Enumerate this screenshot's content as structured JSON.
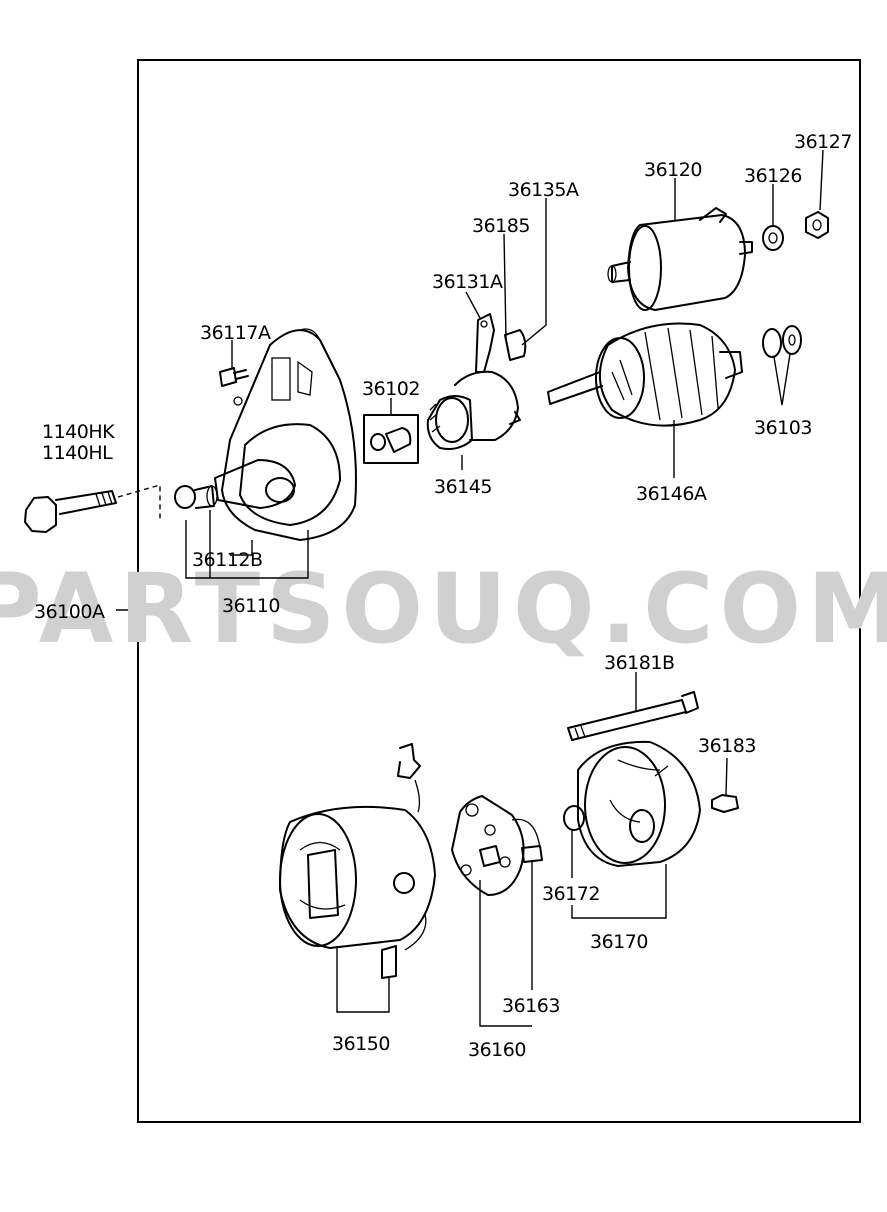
{
  "watermark": "PARTSOUQ.COM",
  "parts": {
    "p36100A": "36100A",
    "p1140HK": "1140HK",
    "p1140HL": "1140HL",
    "p36117A": "36117A",
    "p36112B": "36112B",
    "p36110": "36110",
    "p36102": "36102",
    "p36131A": "36131A",
    "p36185": "36185",
    "p36135A": "36135A",
    "p36145": "36145",
    "p36120": "36120",
    "p36126": "36126",
    "p36127": "36127",
    "p36146A": "36146A",
    "p36103": "36103",
    "p36181B": "36181B",
    "p36183": "36183",
    "p36172": "36172",
    "p36170": "36170",
    "p36150": "36150",
    "p36160": "36160",
    "p36163": "36163"
  }
}
